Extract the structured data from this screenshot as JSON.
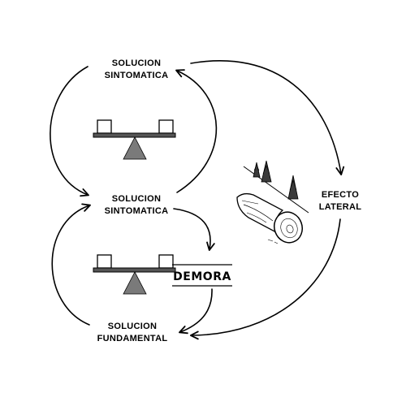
{
  "nodes": {
    "top_symptomatic": {
      "line1": "SOLUCION",
      "line2": "SINTOMATICA"
    },
    "middle_symptomatic": {
      "line1": "SOLUCION",
      "line2": "SINTOMATICA"
    },
    "fundamental": {
      "line1": "SOLUCION",
      "line2": "FUNDAMENTAL"
    },
    "side_effect": {
      "line1": "EFECTO",
      "line2": "LATERAL"
    }
  },
  "delay_label": "DEMORA",
  "colors": {
    "line": "#000000",
    "fulcrum": "#7a7a7a",
    "beam": "#555555"
  },
  "icons": [
    "balance-scale-icon",
    "balance-scale-icon",
    "log-with-trees-icon"
  ]
}
